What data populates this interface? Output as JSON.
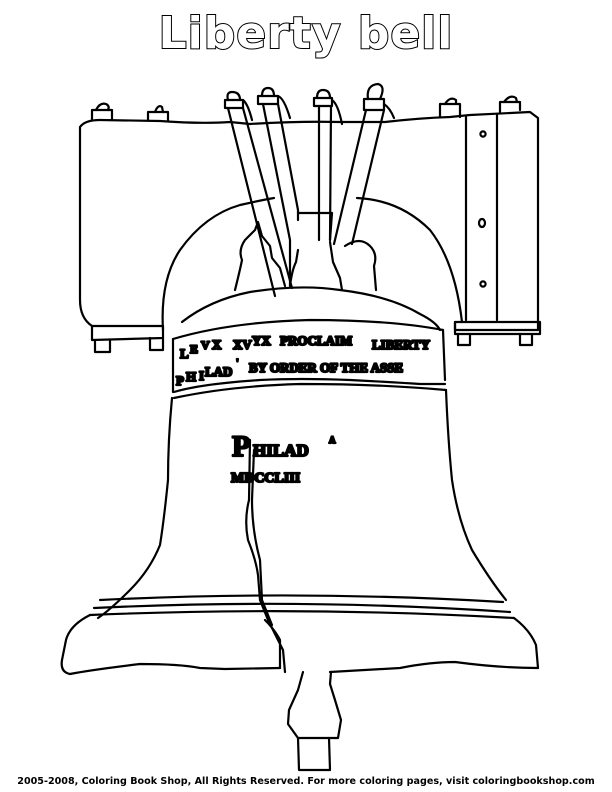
{
  "title": "Liberty bell",
  "inscription": {
    "line1": "LEVX XVYX PROCLAIM LIBERTY",
    "line1_parts": [
      "L",
      "E",
      "V",
      "X",
      "XV",
      "YX",
      "PROCLAIM",
      "LIBERTY"
    ],
    "line2": "PHILAD' BY ORDER OF THE ASSE",
    "line2_parts": [
      "P",
      "H",
      "I",
      "LAD",
      "'",
      "BY ORDER OF THE ASSE"
    ],
    "city_initial": "P",
    "city_rest": "HILAD",
    "city_superscript": "A",
    "year": "MDCCLIII"
  },
  "footer": {
    "text": "2005-2008, Coloring Book Shop, All Rights Reserved.  For more coloring pages, visit coloringbookshop.com"
  },
  "colors": {
    "line": "#000000",
    "background": "#ffffff"
  }
}
